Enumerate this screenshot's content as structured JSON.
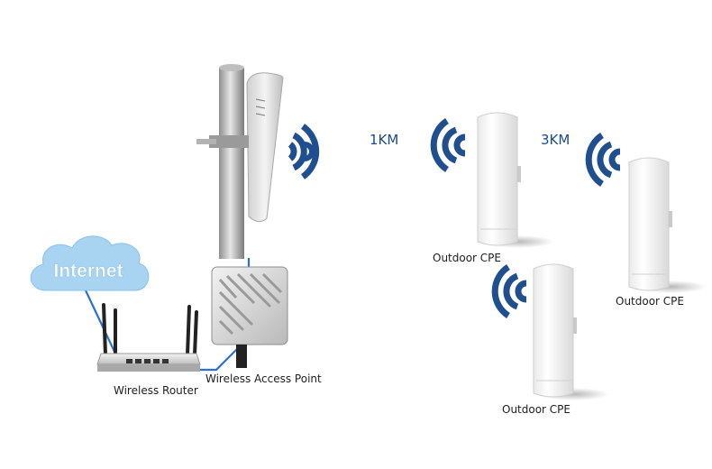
{
  "cloud": {
    "label": "Internet"
  },
  "devices": {
    "router_label": "Wireless Router",
    "ap_label": "Wireless Access Point",
    "cpe_labels": [
      "Outdoor CPE",
      "Outdoor CPE",
      "Outdoor CPE"
    ]
  },
  "distances": {
    "first": "1KM",
    "second": "3KM"
  },
  "colors": {
    "signal": "#1f4f8f",
    "link": "#2a6fd6",
    "cloud": "#a8d4f2",
    "cloud_text": "#ffffff"
  },
  "icons": [
    "cloud-icon",
    "router-icon",
    "antenna-icon",
    "access-point-icon",
    "cpe-icon",
    "wifi-signal-icon"
  ]
}
